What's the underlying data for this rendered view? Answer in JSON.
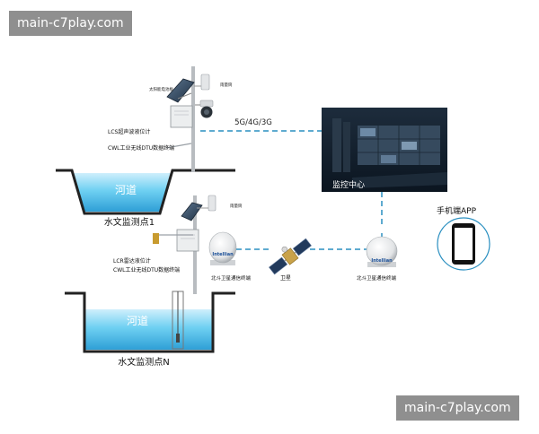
{
  "watermark_top": "main-c7play.com",
  "watermark_bottom": "main-c7play.com",
  "station1": {
    "solar_label": "太阳能电池板",
    "rain_label": "雨量筒",
    "sensor_label": "LCS超声波液位计",
    "dtu_label": "CWL工业无线DTU数据终端",
    "river_label": "河道",
    "name": "水文监测点1"
  },
  "stationN": {
    "rain_label": "雨量筒",
    "sensor_label": "LCR雷达液位计",
    "dtu_label": "CWL工业无线DTU数据终端",
    "river_label": "河道",
    "name": "水文监测点N"
  },
  "network_label": "5G/4G/3G",
  "center_label": "监控中心",
  "phone_label": "手机端APP",
  "satellite_label": "卫星",
  "beidou_left_label": "北斗卫星通信终端",
  "beidou_right_label": "北斗卫星通信终端",
  "antenna_brand": "Intellian",
  "colors": {
    "link": "#2a8fc0",
    "water": "#5cc8ee",
    "ground": "#222222"
  }
}
